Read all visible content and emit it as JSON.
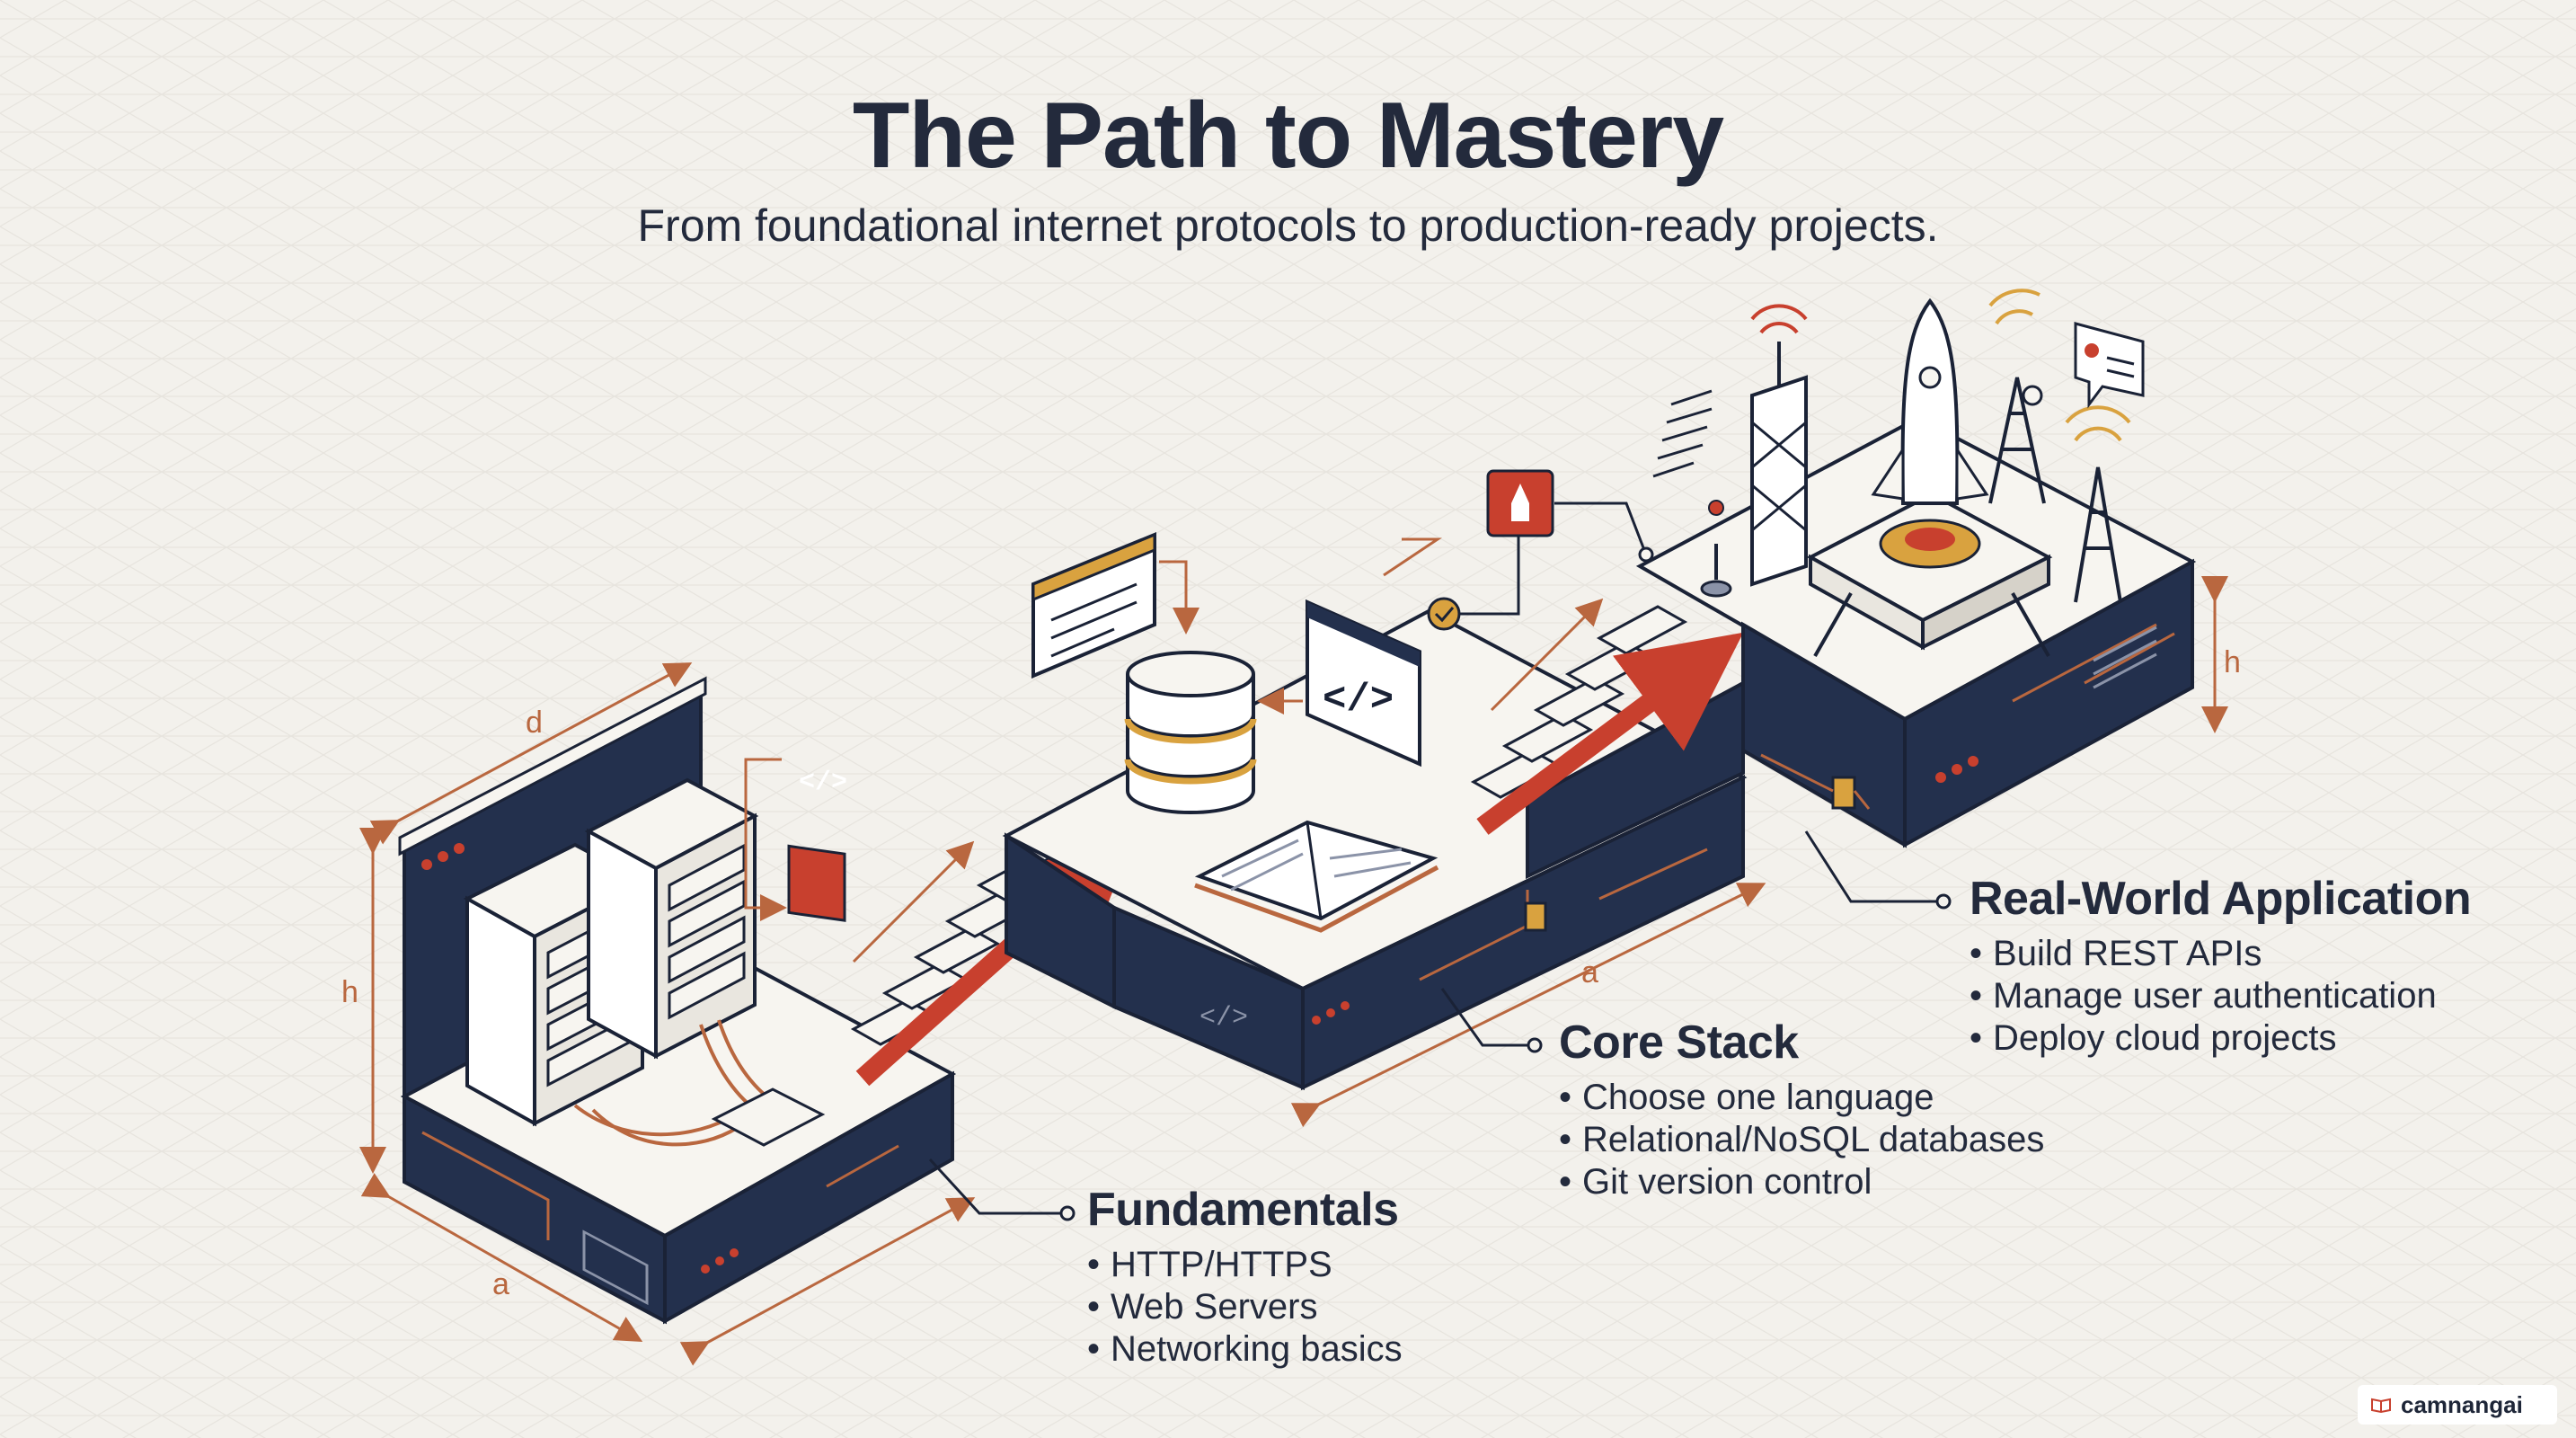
{
  "title": "The Path to Mastery",
  "subtitle": "From foundational internet protocols to production-ready projects.",
  "stages": [
    {
      "heading": "Fundamentals",
      "items": [
        "HTTP/HTTPS",
        "Web Servers",
        "Networking basics"
      ]
    },
    {
      "heading": "Core Stack",
      "items": [
        "Choose one language",
        "Relational/NoSQL databases",
        "Git version control"
      ]
    },
    {
      "heading": "Real-World Application",
      "items": [
        "Build REST APIs",
        "Manage user authentication",
        "Deploy cloud projects"
      ]
    }
  ],
  "dimension_labels": {
    "depth": "d",
    "height": "h",
    "width": "a"
  },
  "watermark": "camnangai",
  "colors": {
    "navy": "#23304d",
    "accent": "#c8402e",
    "copper": "#b9673f",
    "ink": "#232a3c",
    "paper": "#f3f1ec",
    "gold": "#d9a23f"
  },
  "icons": [
    "server-rack-icon",
    "code-tag-icon",
    "database-icon",
    "open-book-icon",
    "code-window-icon",
    "checkmark-icon",
    "rocket-icon",
    "radio-tower-icon",
    "wifi-signal-icon",
    "chat-bubble-icon",
    "document-icon"
  ]
}
